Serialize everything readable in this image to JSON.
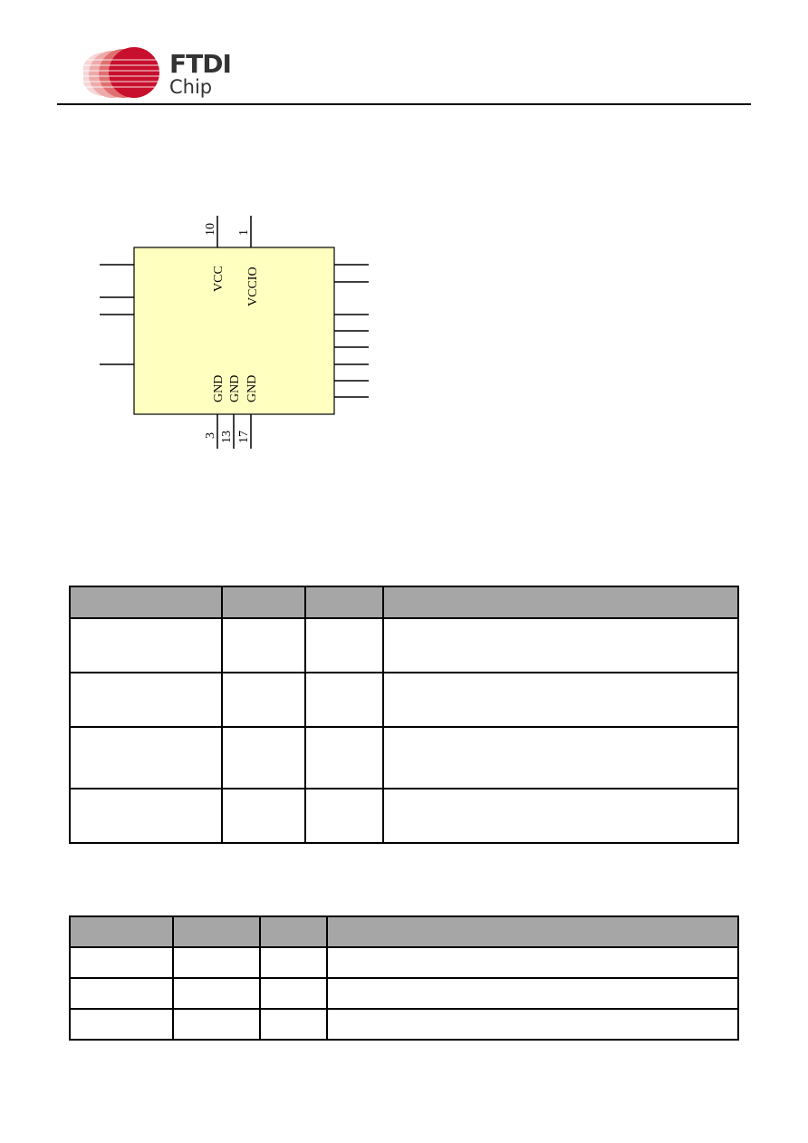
{
  "header": {
    "logo_line1": "FTDI",
    "logo_line2": "Chip",
    "brand_red": "#c8102e"
  },
  "schematic": {
    "body_color": "#ffffc0",
    "top_pins": [
      {
        "number": "10",
        "name": "VCC"
      },
      {
        "number": "1",
        "name": "VCCIO"
      }
    ],
    "bottom_pins": [
      {
        "number": "3",
        "name": "GND"
      },
      {
        "number": "13",
        "name": "GND"
      },
      {
        "number": "17",
        "name": "GND"
      }
    ],
    "left_stub_count": 4,
    "right_stub_count": 8
  },
  "table1": {
    "header_fill": "#a6a6a6",
    "rows": 4
  },
  "table2": {
    "header_fill": "#a6a6a6",
    "rows": 3
  }
}
